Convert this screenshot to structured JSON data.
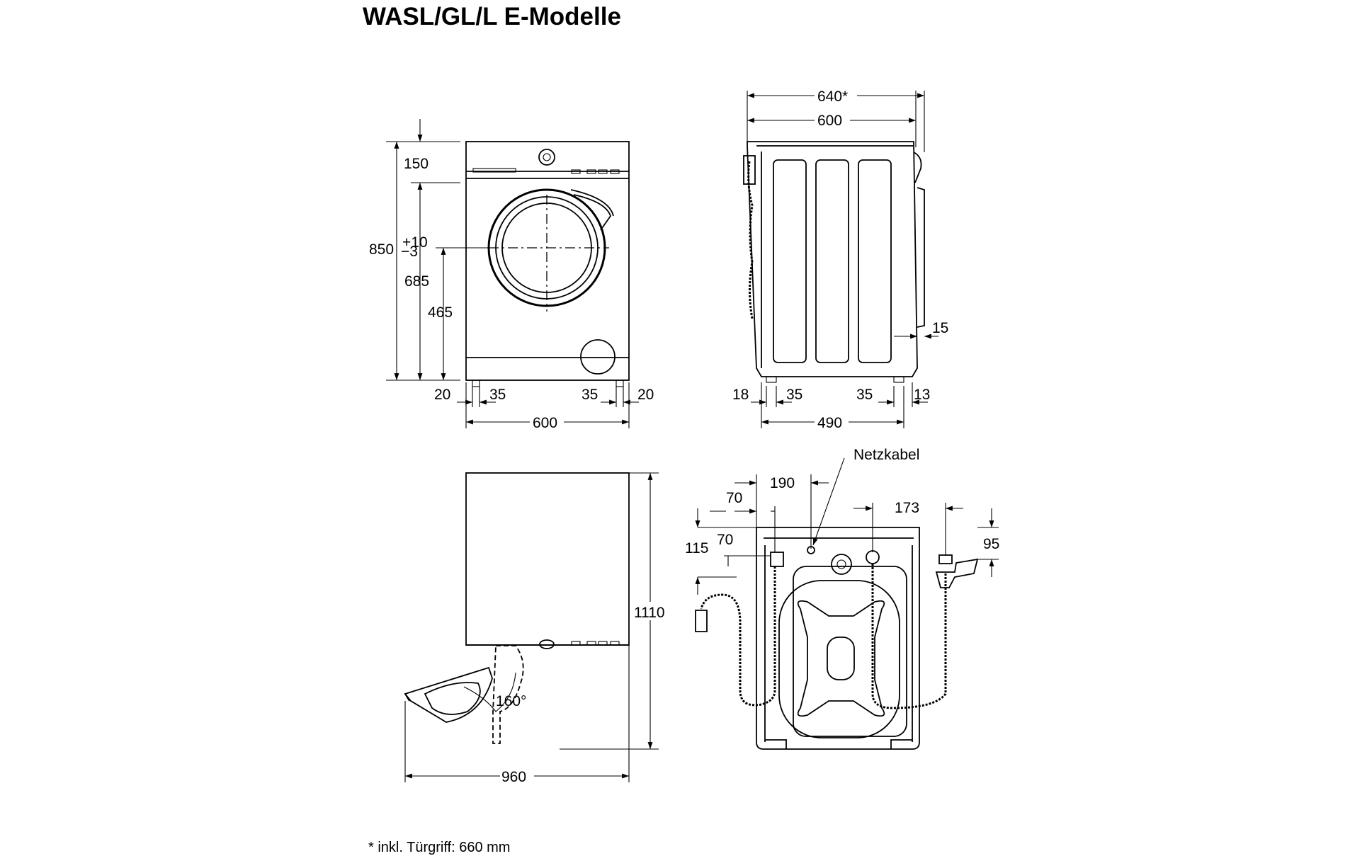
{
  "title": "WASL/GL/L E-Modelle",
  "footnote": "* inkl. Türgriff: 660 mm",
  "front_view": {
    "dim_height_total": "850",
    "dim_tolerance_plus": "+10",
    "dim_tolerance_minus": "−3",
    "dim_top_150": "150",
    "dim_685": "685",
    "dim_465": "465",
    "dim_foot_left_20": "20",
    "dim_foot_left_35": "35",
    "dim_foot_right_35": "35",
    "dim_foot_right_20": "20",
    "dim_width_600": "600"
  },
  "side_view": {
    "dim_depth_640": "640*",
    "dim_depth_600": "600",
    "dim_15": "15",
    "dim_18": "18",
    "dim_35_left": "35",
    "dim_35_right": "35",
    "dim_13": "13",
    "dim_490": "490"
  },
  "door_view": {
    "dim_1110": "1110",
    "angle_160": "160°",
    "dim_960": "960"
  },
  "back_view": {
    "label_netzkabel": "Netzkabel",
    "dim_190": "190",
    "dim_70_top": "70",
    "dim_173": "173",
    "dim_115": "115",
    "dim_70_mid": "70",
    "dim_95": "95"
  }
}
